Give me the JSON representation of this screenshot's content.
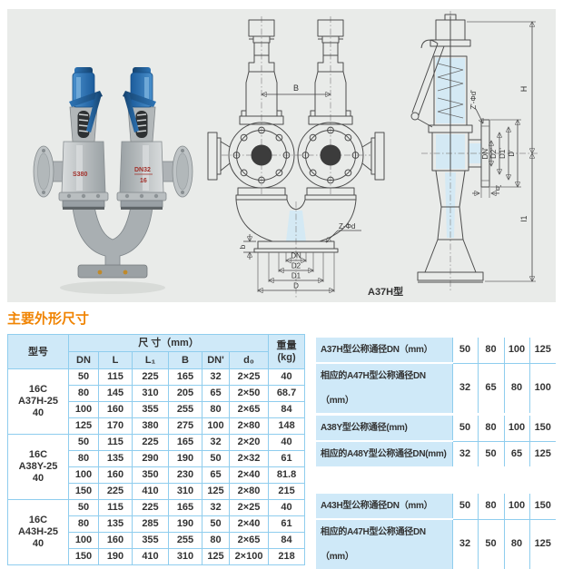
{
  "panel": {
    "caption": "A37H型"
  },
  "photo": {
    "marking_left": "S380",
    "marking_right_1": "DN32",
    "marking_right_2": "16"
  },
  "front_drawing": {
    "B": "B",
    "Z": "Z-Φd",
    "b": "b",
    "DN": "DN",
    "D2": "D2",
    "D1": "D1",
    "D": "D"
  },
  "side_drawing": {
    "H": "H",
    "Z": "Z'-Φd'",
    "DN": "DN'",
    "D2": "D2'",
    "D1": "D1'",
    "Dp": "D'",
    "b": "b'",
    "l1": "l1"
  },
  "section_title": "主要外形尺寸",
  "main_table": {
    "col_model": "型号",
    "col_size": "尺 寸（mm）",
    "col_weight_1": "重量",
    "col_weight_2": "(kg)",
    "sub_cols": [
      "DN",
      "L",
      "L₁",
      "B",
      "DN'",
      "d₀"
    ],
    "groups": [
      {
        "model": [
          "16C",
          "A37H-25",
          "40"
        ],
        "rows": [
          [
            "50",
            "115",
            "225",
            "165",
            "32",
            "2×25",
            "40"
          ],
          [
            "80",
            "145",
            "310",
            "205",
            "65",
            "2×50",
            "68.7"
          ],
          [
            "100",
            "160",
            "355",
            "255",
            "80",
            "2×65",
            "84"
          ],
          [
            "125",
            "170",
            "380",
            "275",
            "100",
            "2×80",
            "148"
          ]
        ]
      },
      {
        "model": [
          "16C",
          "A38Y-25",
          "40"
        ],
        "rows": [
          [
            "50",
            "115",
            "225",
            "165",
            "32",
            "2×20",
            "40"
          ],
          [
            "80",
            "135",
            "290",
            "190",
            "50",
            "2×32",
            "61"
          ],
          [
            "100",
            "160",
            "350",
            "230",
            "65",
            "2×40",
            "81.8"
          ],
          [
            "150",
            "225",
            "410",
            "310",
            "125",
            "2×80",
            "215"
          ]
        ]
      },
      {
        "model": [
          "16C",
          "A43H-25",
          "40"
        ],
        "rows": [
          [
            "50",
            "115",
            "225",
            "165",
            "32",
            "2×25",
            "40"
          ],
          [
            "80",
            "135",
            "285",
            "190",
            "50",
            "2×40",
            "61"
          ],
          [
            "100",
            "160",
            "355",
            "255",
            "80",
            "2×65",
            "84"
          ],
          [
            "150",
            "190",
            "410",
            "310",
            "125",
            "2×100",
            "218"
          ]
        ]
      }
    ]
  },
  "dn_tables": [
    {
      "rows": [
        {
          "label": "A37H型公称通径DN（mm）",
          "values": [
            "50",
            "80",
            "100",
            "125"
          ]
        },
        {
          "label": "相应的A47H型公称通径DN（mm）",
          "values": [
            "32",
            "65",
            "80",
            "100"
          ]
        }
      ]
    },
    {
      "rows": [
        {
          "label": "A38Y型公称通径(mm)",
          "values": [
            "50",
            "80",
            "100",
            "150"
          ]
        },
        {
          "label": "相应的A48Y型公称通径DN(mm)",
          "values": [
            "32",
            "50",
            "65",
            "125"
          ]
        }
      ]
    },
    {
      "rows": [
        {
          "label": "A43H型公称通径DN（mm）",
          "values": [
            "50",
            "80",
            "100",
            "150"
          ]
        },
        {
          "label": "相应的A47H型公称通径DN（mm）",
          "values": [
            "32",
            "50",
            "80",
            "125"
          ]
        }
      ]
    }
  ]
}
